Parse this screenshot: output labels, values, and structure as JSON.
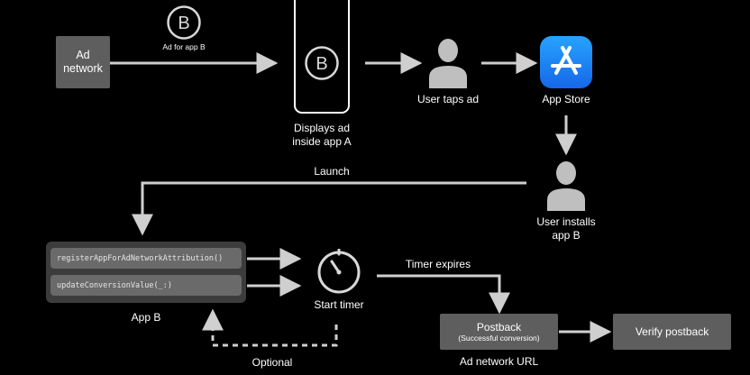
{
  "ad_network": {
    "label_line1": "Ad",
    "label_line2": "network"
  },
  "ad_for_app": {
    "badge": "B",
    "caption": "Ad for app B"
  },
  "phone": {
    "badge": "B",
    "caption_line1": "Displays ad",
    "caption_line2": "inside app A"
  },
  "user_taps": {
    "label": "User taps ad"
  },
  "app_store": {
    "label": "App Store"
  },
  "user_installs": {
    "label_line1": "User installs",
    "label_line2": "app B"
  },
  "launch": {
    "label": "Launch"
  },
  "app_b": {
    "label": "App B",
    "method_1": "registerAppForAdNetworkAttribution()",
    "method_2": "updateConversionValue(_:)"
  },
  "timer": {
    "label": "Start timer"
  },
  "timer_expires": {
    "label": "Timer expires"
  },
  "optional": {
    "label": "Optional"
  },
  "postback": {
    "title": "Postback",
    "subtitle": "(Successful conversion)",
    "caption": "Ad network URL"
  },
  "verify": {
    "label": "Verify postback"
  },
  "colors": {
    "background": "#000000",
    "box": "#5e5e5e",
    "arrow": "#cfcfcf",
    "app_store_blue": "#1a8cff"
  }
}
